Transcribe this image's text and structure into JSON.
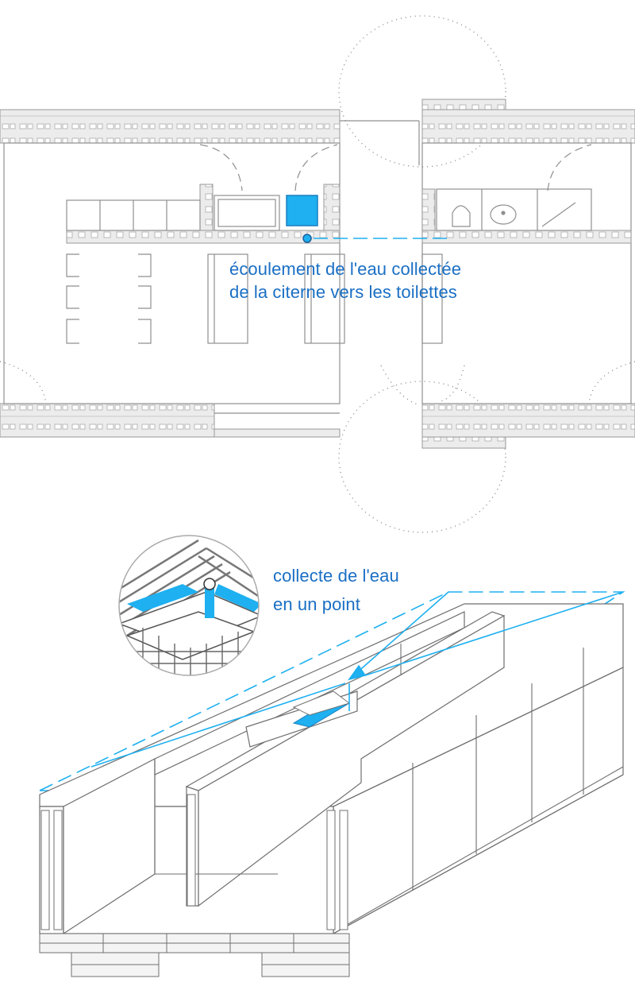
{
  "plan_annotation": {
    "line1": "écoulement de l'eau collectée",
    "line2": "de la citerne vers les toilettes"
  },
  "axo_annotation": {
    "line1": "collecte de l'eau",
    "line2": "en un point"
  },
  "colors": {
    "accent": "#1eb0f0",
    "label": "#1a6fc4",
    "line": "#7a7a7a",
    "wall_fill": "#e9e9e9"
  }
}
